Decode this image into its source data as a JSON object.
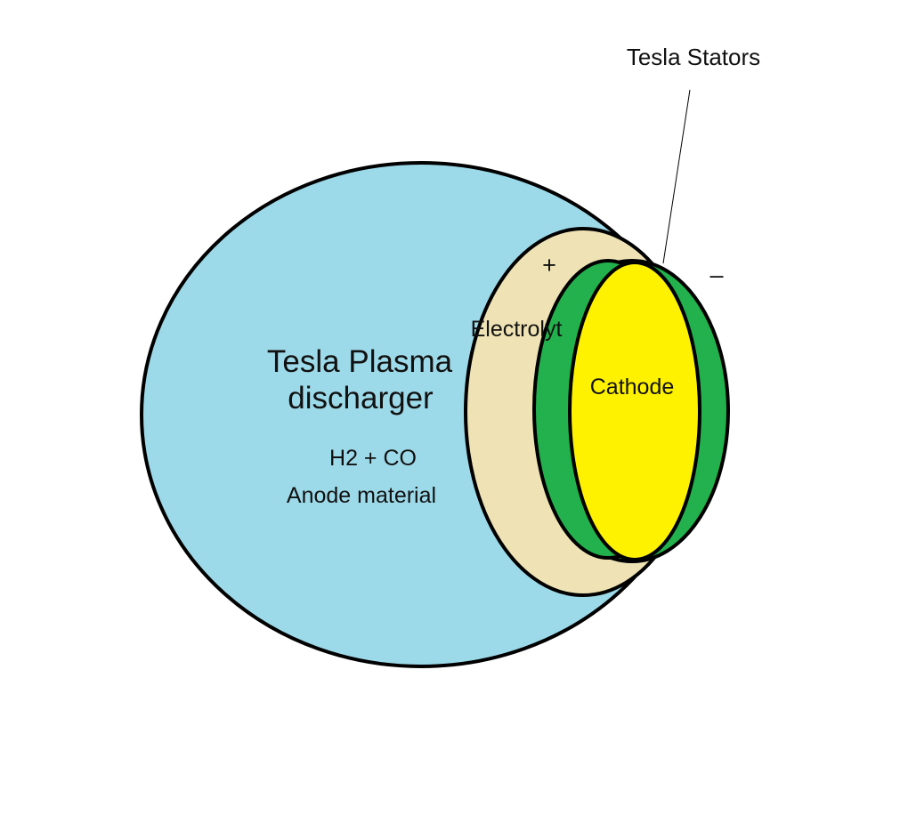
{
  "labels": {
    "plasma_title_line1": "Tesla Plasma",
    "plasma_title_line2": "discharger",
    "gas": "H2 + CO",
    "anode": "Anode material",
    "electrolyte": "Electrolyt",
    "cathode": "Cathode",
    "plus": "+",
    "minus": "–",
    "stators": "Tesla Stators"
  },
  "colors": {
    "plasma_region": "#9DDAE9",
    "electrolyte_region": "#EFE3B5",
    "stator_ring": "#22B14C",
    "cathode_region": "#FFF200",
    "outline": "#000000",
    "background": "#FFFFFF"
  }
}
